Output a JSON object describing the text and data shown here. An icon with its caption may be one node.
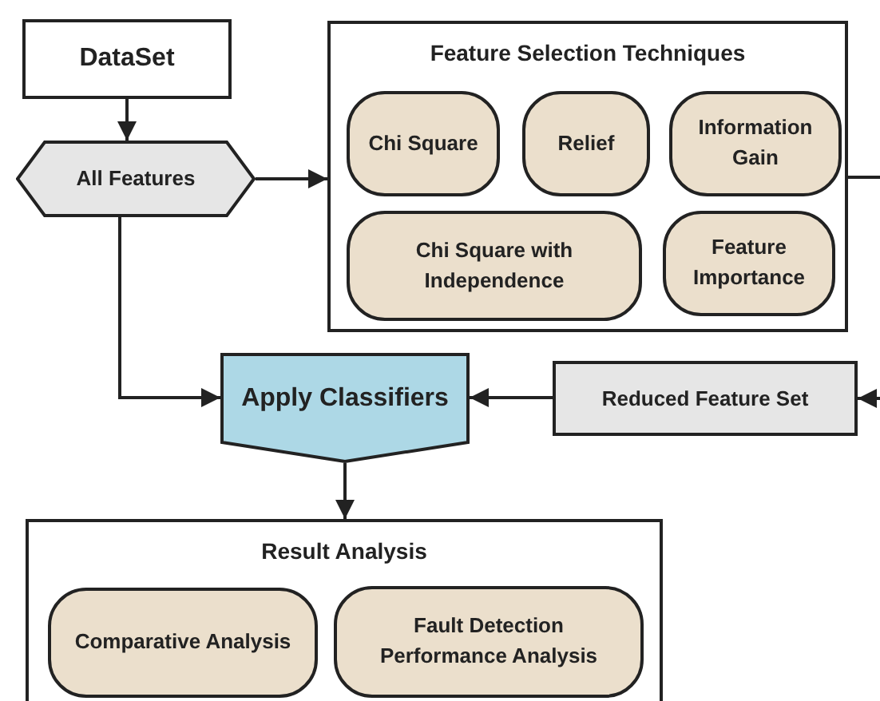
{
  "diagram": {
    "nodes": [
      {
        "text": [
          "DataSet"
        ]
      },
      {
        "text": [
          "All Features"
        ]
      },
      {
        "text": [
          "Feature Selection Techniques"
        ]
      },
      {
        "text": [
          "Chi Square"
        ],
        "in": 2
      },
      {
        "text": [
          "Relief"
        ],
        "in": 2
      },
      {
        "text": [
          "Information Gain"
        ],
        "in": 2
      },
      {
        "text": [
          "Chi Square with Independence"
        ],
        "in": 2
      },
      {
        "text": [
          "Feature Importance"
        ],
        "in": 2
      },
      {
        "text": [
          "Apply Classifiers"
        ]
      },
      {
        "text": [
          "Reduced Feature Set"
        ]
      },
      {
        "text": [
          "Result Analysis"
        ]
      },
      {
        "text": [
          "Comparative Analysis"
        ],
        "in": 10
      },
      {
        "text": [
          "Fault Detection Performance Analysis"
        ],
        "in": 10
      }
    ],
    "edges": [
      {
        "from": 0,
        "to": 1,
        "arrow": "to"
      },
      {
        "from": 1,
        "to": 2,
        "arrow": "to"
      },
      {
        "from": 1,
        "to": 8,
        "arrow": "to"
      },
      {
        "from": 2,
        "to": null,
        "arrow": "none"
      },
      {
        "from": null,
        "to": 9,
        "arrow": "to"
      },
      {
        "from": 9,
        "to": 8,
        "arrow": "to"
      },
      {
        "from": 8,
        "to": 10,
        "arrow": "to"
      }
    ]
  }
}
